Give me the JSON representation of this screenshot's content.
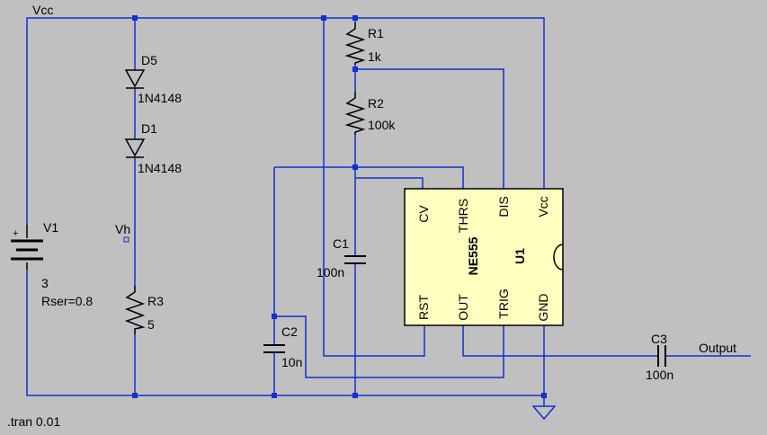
{
  "labels": {
    "vcc": "Vcc",
    "d5_name": "D5",
    "d5_value": "1N4148",
    "d1_name": "D1",
    "d1_value": "1N4148",
    "vh": "Vh",
    "v1_name": "V1",
    "v1_value": "3",
    "v1_rser": "Rser=0.8",
    "r3_name": "R3",
    "r3_value": "5",
    "r1_name": "R1",
    "r1_value": "1k",
    "r2_name": "R2",
    "r2_value": "100k",
    "c1_name": "C1",
    "c1_value": "100n",
    "c2_name": "C2",
    "c2_value": "10n",
    "c3_name": "C3",
    "c3_value": "100n",
    "output": "Output",
    "directive": ".tran 0.01",
    "plus": "+"
  },
  "ic": {
    "part": "NE555",
    "ref": "U1",
    "pins_top": [
      "CV",
      "THRS",
      "DIS",
      "Vcc"
    ],
    "pins_bottom": [
      "RST",
      "OUT",
      "TRIG",
      "GND"
    ]
  },
  "colors": {
    "background": "#c0c0c0",
    "wire": "#1030d0",
    "ic_body": "#ffffc0",
    "component": "#000000"
  }
}
